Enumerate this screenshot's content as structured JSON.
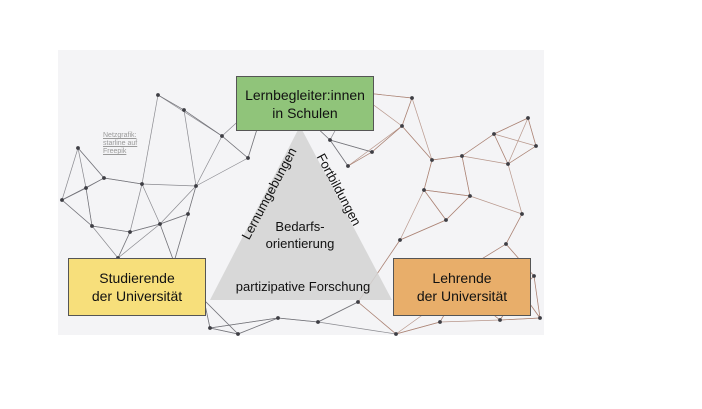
{
  "nodes": {
    "top": [
      "Lernbegleiter:innen",
      "in Schulen"
    ],
    "left": [
      "Studierende",
      "der Universität"
    ],
    "right": [
      "Lehrende",
      "der Universität"
    ]
  },
  "edges": {
    "left": "Lernumgebungen",
    "right": "Fortbildungen",
    "bottom": "partizipative Forschung"
  },
  "center": [
    "Bedarfs-",
    "orientierung"
  ],
  "credit": [
    "Netzgrafik:",
    "starline auf",
    "Freepik"
  ],
  "colors": {
    "top_box": "#90c47a",
    "left_box": "#f7df7b",
    "right_box": "#e8ae6a",
    "triangle": "#d4d4d4",
    "panel": "#f4f4f6"
  }
}
